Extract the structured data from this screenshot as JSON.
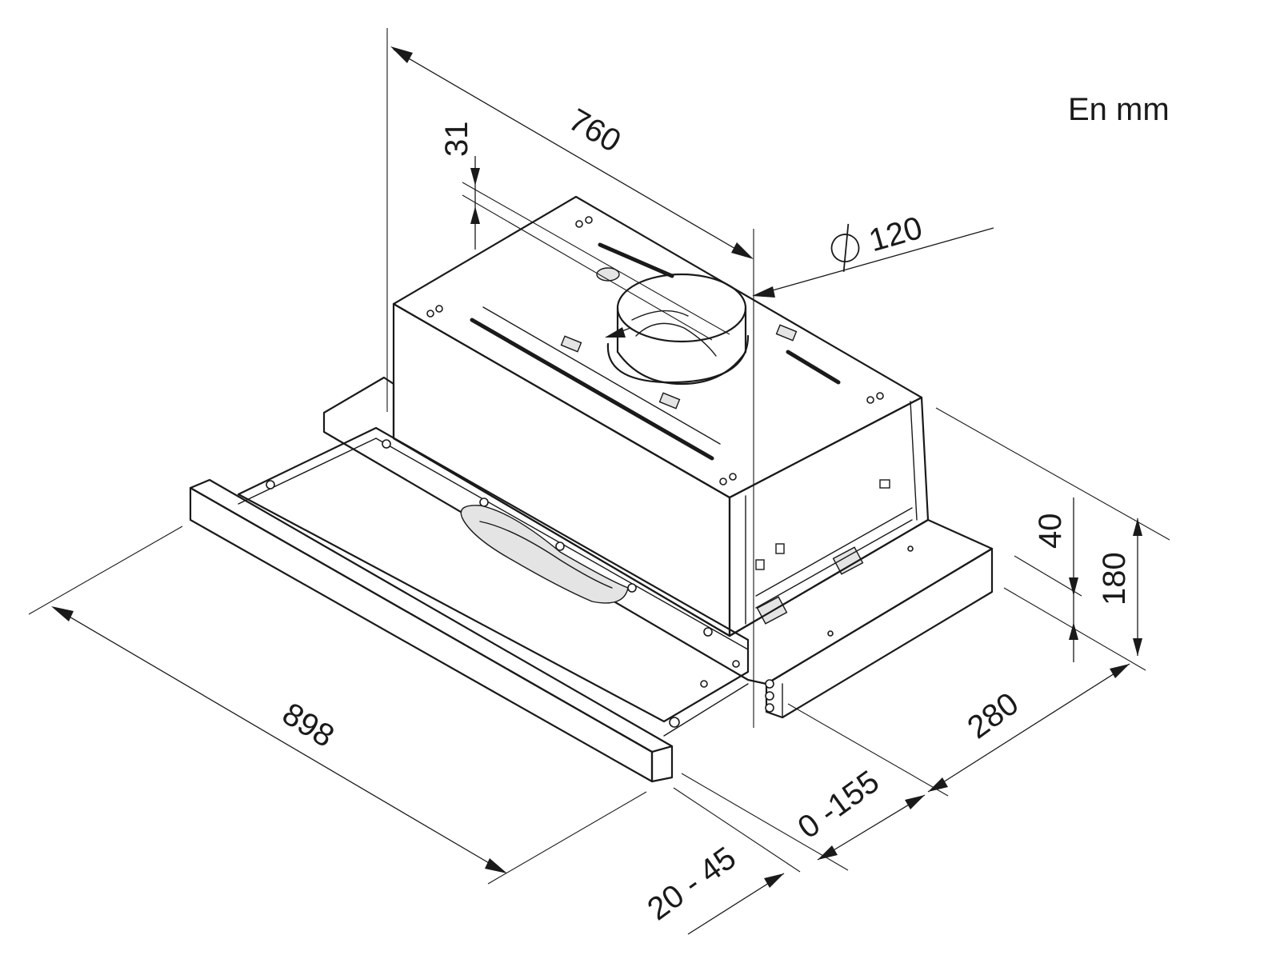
{
  "unit_label": "En mm",
  "dimensions": {
    "depth_top": "760",
    "duct_offset": "31",
    "duct_diameter": "120",
    "visor_height": "40",
    "total_height": "180",
    "body_depth": "280",
    "extension": "0 -155",
    "visor_depth": "20 - 45",
    "width": "898"
  },
  "diameter_symbol": "⌀"
}
